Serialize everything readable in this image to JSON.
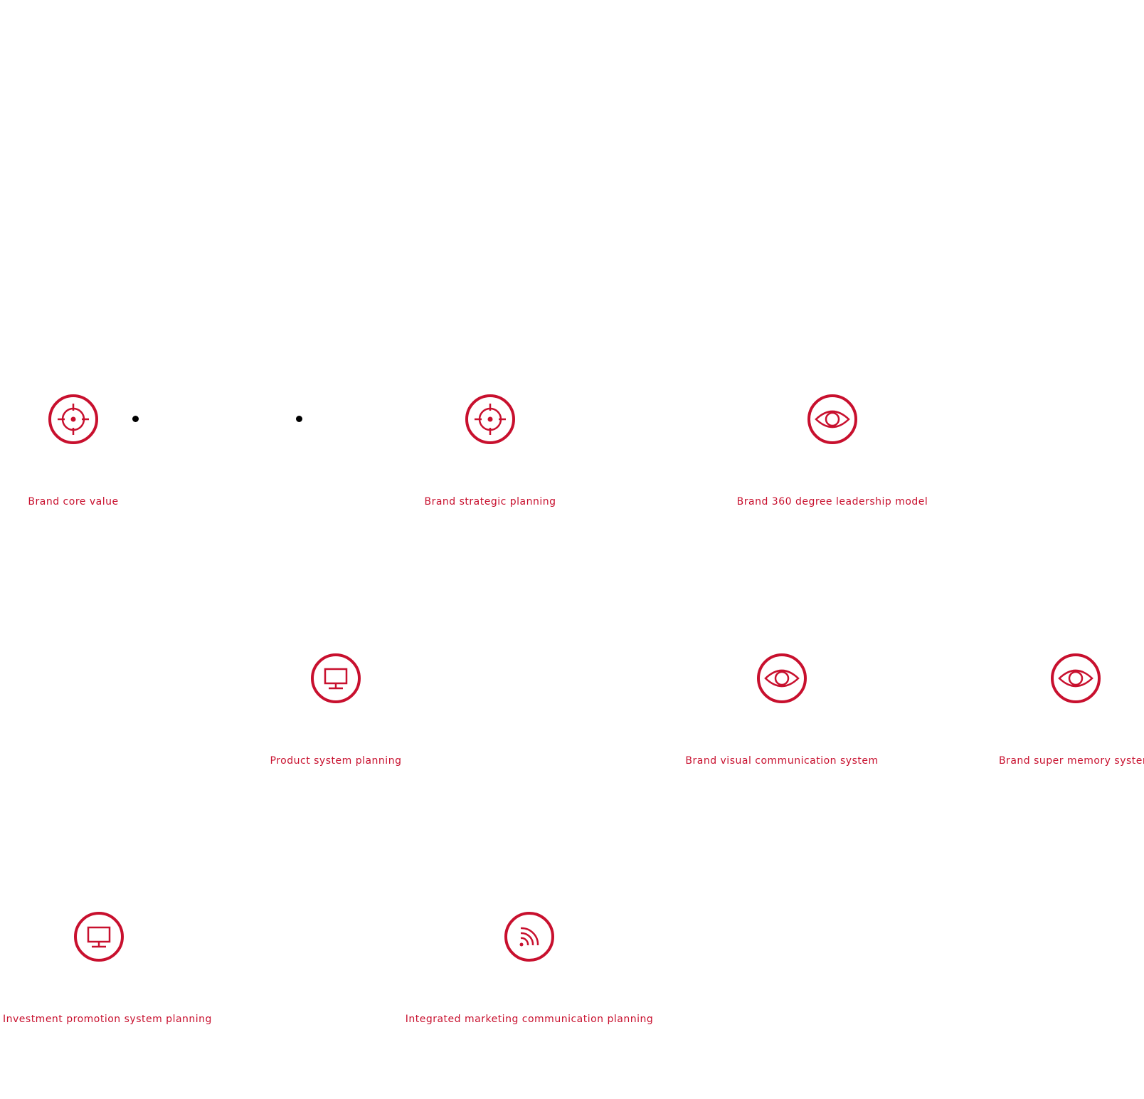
{
  "accent_color": "#c8102e",
  "services": [
    {
      "label": "Brand core value",
      "icon": "target-icon"
    },
    {
      "label": "Brand strategic planning",
      "icon": "target-icon"
    },
    {
      "label": "Brand 360 degree leadership model",
      "icon": "eye-icon"
    },
    {
      "label": "Product system planning",
      "icon": "monitor-icon"
    },
    {
      "label": "Brand visual communication system",
      "icon": "eye-icon"
    },
    {
      "label": "Brand super memory system",
      "icon": "eye-icon"
    },
    {
      "label": "Investment promotion system planning",
      "icon": "monitor-icon"
    },
    {
      "label": "Integrated marketing communication planning",
      "icon": "signal-icon"
    }
  ]
}
